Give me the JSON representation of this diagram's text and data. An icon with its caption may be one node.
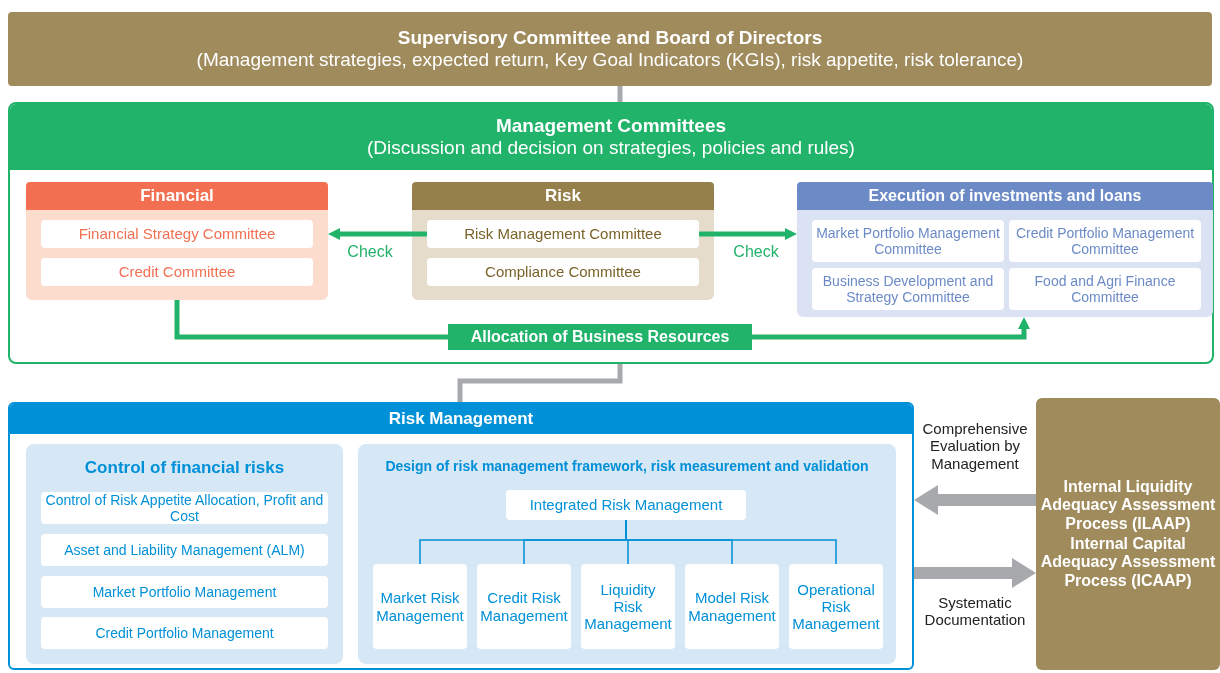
{
  "diagram": {
    "nodes": [
      {
        "text": [
          "Supervisory Committee and Board of Directors",
          "(Management strategies, expected return, Key Goal Indicators (KGIs), risk appetite, risk tolerance)"
        ]
      },
      {
        "text": [
          "Management Committees",
          "(Discussion and decision on strategies, policies and rules)"
        ]
      },
      {
        "text": [
          "Financial"
        ],
        "in": 1
      },
      {
        "text": [
          "Financial Strategy Committee"
        ],
        "in": 2
      },
      {
        "text": [
          "Credit Committee"
        ],
        "in": 2
      },
      {
        "text": [
          "Risk"
        ],
        "in": 1
      },
      {
        "text": [
          "Risk Management Committee"
        ],
        "in": 5
      },
      {
        "text": [
          "Compliance Committee"
        ],
        "in": 5
      },
      {
        "text": [
          "Execution of investments and loans"
        ],
        "in": 1
      },
      {
        "text": [
          "Market Portfolio Management Committee"
        ],
        "in": 8
      },
      {
        "text": [
          "Credit Portfolio Management Committee"
        ],
        "in": 8
      },
      {
        "text": [
          "Business Development and Strategy Committee"
        ],
        "in": 8
      },
      {
        "text": [
          "Food and Agri Finance Committee"
        ],
        "in": 8
      },
      {
        "text": [
          "Allocation of Business Resources"
        ],
        "in": 1
      },
      {
        "text": [
          "Risk Management"
        ]
      },
      {
        "text": [
          "Control of financial risks"
        ],
        "in": 14
      },
      {
        "text": [
          "Control of Risk Appetite Allocation, Profit and Cost"
        ],
        "in": 15
      },
      {
        "text": [
          "Asset and Liability Management (ALM)"
        ],
        "in": 15
      },
      {
        "text": [
          "Market Portfolio Management"
        ],
        "in": 15
      },
      {
        "text": [
          "Credit Portfolio Management"
        ],
        "in": 15
      },
      {
        "text": [
          "Design of risk management framework, risk measurement and validation"
        ],
        "in": 14
      },
      {
        "text": [
          "Integrated Risk Management"
        ],
        "in": 20
      },
      {
        "text": [
          "Market Risk Management"
        ],
        "in": 20
      },
      {
        "text": [
          "Credit Risk Management"
        ],
        "in": 20
      },
      {
        "text": [
          "Liquidity Risk Management"
        ],
        "in": 20
      },
      {
        "text": [
          "Model Risk Management"
        ],
        "in": 20
      },
      {
        "text": [
          "Operational Risk Management"
        ],
        "in": 20
      },
      {
        "text": [
          "Internal Liquidity Adequacy Assessment Process (ILAAP)",
          "Internal Capital Adequacy Assessment Process (ICAAP)"
        ]
      }
    ],
    "edges": [
      {
        "from": 0,
        "to": 1,
        "arrow": "none",
        "color": "#a7a9ac"
      },
      {
        "from": 6,
        "to": 2,
        "arrow": "to",
        "label": "Check",
        "color": "#22b36b"
      },
      {
        "from": 6,
        "to": 8,
        "arrow": "to",
        "label": "Check",
        "color": "#22b36b"
      },
      {
        "from": 2,
        "to": 13,
        "arrow": "none",
        "color": "#22b36b"
      },
      {
        "from": 13,
        "to": 8,
        "arrow": "to",
        "color": "#22b36b"
      },
      {
        "from": 1,
        "to": 14,
        "arrow": "none",
        "color": "#a7a9ac"
      },
      {
        "from": 21,
        "to": 22,
        "arrow": "none"
      },
      {
        "from": 21,
        "to": 23,
        "arrow": "none"
      },
      {
        "from": 21,
        "to": 24,
        "arrow": "none"
      },
      {
        "from": 21,
        "to": 25,
        "arrow": "none"
      },
      {
        "from": 21,
        "to": 26,
        "arrow": "none"
      },
      {
        "from": 27,
        "to": 14,
        "arrow": "to",
        "label": "Comprehensive Evaluation by Management",
        "style": "thick",
        "color": "#a7a9ac"
      },
      {
        "from": 14,
        "to": 27,
        "arrow": "to",
        "label": "Systematic Documentation",
        "style": "thick",
        "color": "#a7a9ac"
      }
    ]
  }
}
